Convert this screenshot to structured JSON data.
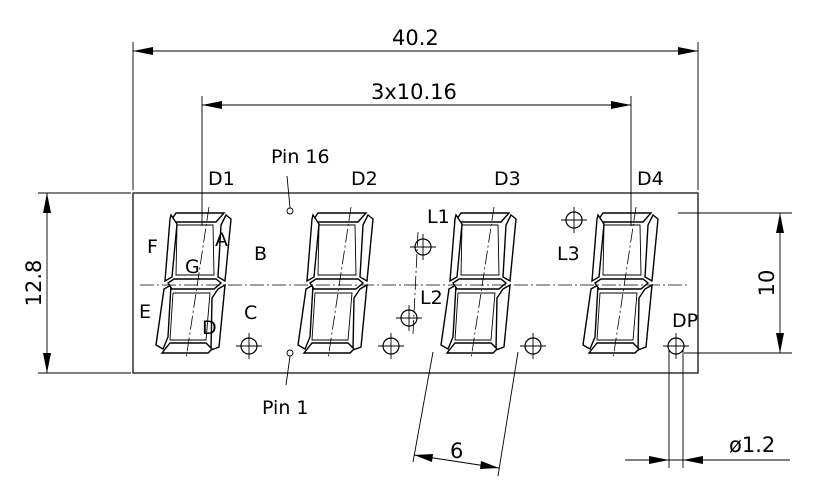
{
  "dimensions": {
    "overall_width": "40.2",
    "digit_pitch": "3x10.16",
    "height": "12.8",
    "digit_height": "10",
    "hole_spacing": "6",
    "hole_diameter": "ø1.2"
  },
  "digits": [
    "D1",
    "D2",
    "D3",
    "D4"
  ],
  "segments": {
    "a": "A",
    "b": "B",
    "c": "C",
    "d": "D",
    "e": "E",
    "f": "F",
    "g": "G"
  },
  "indicators": {
    "dp": "DP",
    "l1": "L1",
    "l2": "L2",
    "l3": "L3"
  },
  "pins": {
    "pin16": "Pin 16",
    "pin1": "Pin 1"
  }
}
